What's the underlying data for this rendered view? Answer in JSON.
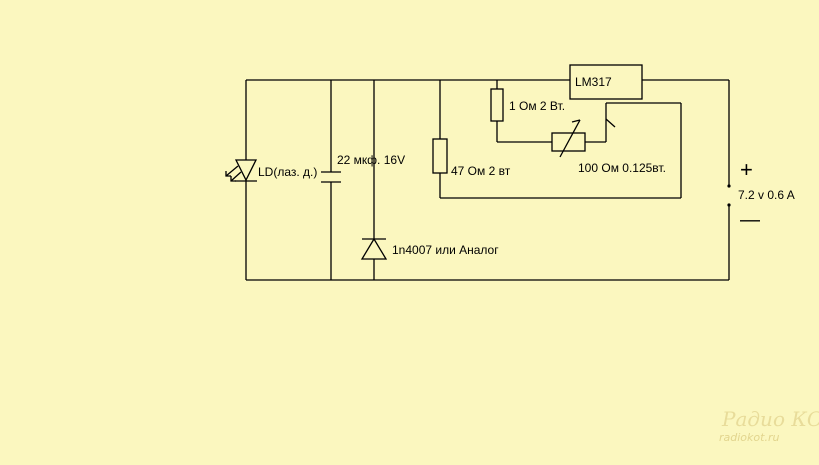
{
  "diagram": {
    "labels": {
      "ld": "LD(лаз. д.)",
      "capacitor": "22 мкф. 16V",
      "diode": "1n4007 или Аналог",
      "resistor_47": "47 Ом 2 вт",
      "resistor_1": "1 Ом 2 Вт.",
      "regulator": "LM317",
      "potentiometer": "100 Ом 0.125вт.",
      "supply": "7.2 v 0.6 A",
      "plus": "+",
      "minus": "—"
    }
  },
  "watermark": {
    "logo": "Радио КОТ",
    "url": "radiokot.ru"
  },
  "colors": {
    "background": "#fbf7bf",
    "line": "#000000",
    "watermark": "#e8dc9a"
  }
}
